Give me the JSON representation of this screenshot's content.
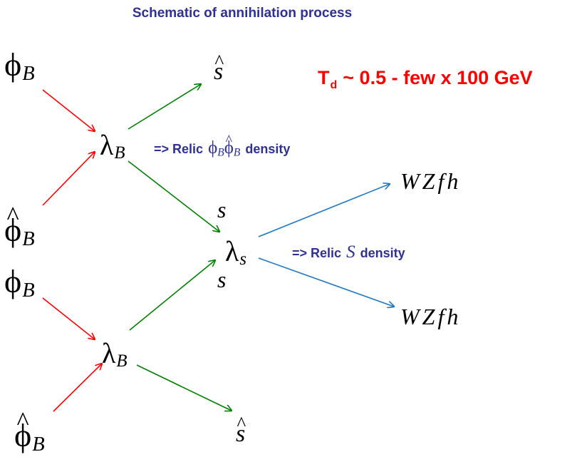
{
  "title": "Schematic of annihilation process",
  "temperature": {
    "symbol": "T",
    "subscript": "d",
    "text": "~ 0.5 - few x 100 GeV"
  },
  "notes": {
    "relic_phi_prefix": "=> Relic",
    "relic_phi_symbol": "ϕBϕ̂B",
    "relic_phi_suffix": "density",
    "relic_s_prefix": "=> Relic",
    "relic_s_symbol": "S",
    "relic_s_suffix": "density"
  },
  "nodes": {
    "phi_symbol": "ϕ",
    "phi_sub": "B",
    "lambda_symbol": "λ",
    "lambda_b_sub": "B",
    "lambda_s_sub": "s",
    "s_hat": "s",
    "s_plain": "s",
    "products": "WZfh"
  },
  "colors": {
    "red_arrow": "#ff0000",
    "green_arrow": "#008000",
    "blue_arrow": "#1f77c4",
    "title_text": "#2e3192",
    "temperature_text": "#ff0000"
  }
}
